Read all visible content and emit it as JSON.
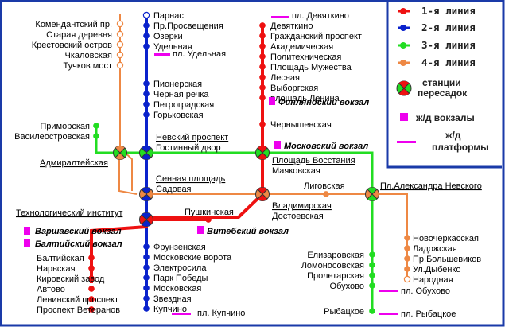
{
  "colors": {
    "line1": "#ee1111",
    "line2": "#0a22cc",
    "line3": "#22dd22",
    "line4": "#ee8844",
    "rail": "#ee00ee",
    "frame": "#1a3aa8"
  },
  "legend": {
    "line1": "1-я линия",
    "line2": "2-я линия",
    "line3": "3-я линия",
    "line4": "4-я линия",
    "transfer": [
      "станции",
      "пересадок"
    ],
    "stations_rail": "ж/д вокзалы",
    "platforms": [
      "ж/д",
      "платформы"
    ]
  },
  "lines": {
    "line1": [
      "Девяткино",
      "Гражданский проспект",
      "Академическая",
      "Политехническая",
      "Площадь Мужества",
      "Лесная",
      "Выборгская",
      "площадь Ленина",
      "Чернышевская",
      "Площадь Восстания",
      "Владимирская",
      "Пушкинская",
      "Технологический институт",
      "Балтийская",
      "Нарвская",
      "Кировский завод",
      "Автово",
      "Ленинский проспект",
      "Проспект Ветеранов"
    ],
    "line2": [
      "Парнас",
      "Пр.Просвещения",
      "Озерки",
      "Удельная",
      "Пионерская",
      "Черная речка",
      "Петроградская",
      "Горьковская",
      "Невский проспект",
      "Сенная площадь",
      "Технологический институт",
      "Фрунзенская",
      "Московские ворота",
      "Электросила",
      "Парк Победы",
      "Московская",
      "Звездная",
      "Купчино"
    ],
    "line3": [
      "Приморская",
      "Василеостровская",
      "Гостинный двор",
      "Маяковская",
      "Пл.Александра Невского",
      "Елизаровская",
      "Ломоносовская",
      "Пролетарская",
      "Обуково",
      "Рыбацкое"
    ],
    "line4": [
      "Комендантский пр.",
      "Старая деревня",
      "Крестовский остров",
      "Чкаловская",
      "Тучков мост",
      "Адмиралтейская",
      "Садовая",
      "Достоевская",
      "Лиговская",
      "Пл.Александра Невского",
      "Новочеркасская",
      "Ладожская",
      "Пр.Большевиков",
      "Ул.Дыбенко",
      "Народная"
    ]
  },
  "labels": {
    "komendantsky": "Комендантский пр.",
    "staraya": "Старая деревня",
    "krestovsky": "Крестовский остров",
    "chkalovskaya": "Чкаловская",
    "tuchkov": "Тучков мост",
    "parnas": "Парнас",
    "prosvesheniya": "Пр.Просвещения",
    "ozerki": "Озерки",
    "udelnaya": "Удельная",
    "pionerskaya": "Пионерская",
    "chernaya": "Черная речка",
    "petrogradskaya": "Петроградская",
    "gorkovskaya": "Горьковская",
    "devyatkino": "Девяткино",
    "grazhdansky": "Гражданский проспект",
    "akademicheskaya": "Академическая",
    "politekh": "Политехническая",
    "muzhestva": "Площадь Мужества",
    "lesnaya": "Лесная",
    "vyborgskaya": "Выборгская",
    "lenina": "площадь Ленина",
    "chernyshevskaya": "Чернышевская",
    "primorskaya": "Приморская",
    "vasileostrovskaya": "Василеостровская",
    "admiralteyskaya": "Адмиралтейская",
    "nevsky": "Невский проспект",
    "gostiny": "Гостинный двор",
    "vosstaniya": "Площадь Восстания",
    "mayakovskaya": "Маяковская",
    "sennaya": "Сенная площадь",
    "sadovaya": "Садовая",
    "ligovskaya": "Лиговская",
    "nevskogo": "Пл.Александра Невского",
    "vladimirskaya": "Владимирская",
    "dostoevskaya": "Достоевская",
    "tekhnolog": "Технологический институт",
    "pushkinskaya": "Пушкинская",
    "baltiyskaya": "Балтийская",
    "narvskaya": "Нарвская",
    "kirovsky": "Кировский завод",
    "avtovo": "Автово",
    "leninsky": "Ленинский проспект",
    "veteranov": "Проспект Ветеранов",
    "frunzenskaya": "Фрунзенская",
    "moskovskie": "Московские ворота",
    "elektrosila": "Электросила",
    "park_pobedy": "Парк Победы",
    "moskovskaya": "Московская",
    "zvezdnaya": "Звездная",
    "kupchino": "Купчино",
    "novocherkasskaya": "Новочеркасская",
    "ladozhskaya": "Ладожская",
    "bolshevikov": "Пр.Большевиков",
    "dybenko": "Ул.Дыбенко",
    "narodnaya": "Народная",
    "elizarovskaya": "Елизаровская",
    "lomonosovskaya": "Ломоносовская",
    "proletarskaya": "Пролетарская",
    "obukhovo": "Обухово",
    "rybatskoe": "Рыбацкое"
  },
  "rail": {
    "pl_devyatkino": "пл. Девяткино",
    "pl_udelnaya": "пл. Удельная",
    "finlyandsky": "Финляндский вокзал",
    "moskovsky": "Московский вокзал",
    "vitebsky": "Витебский вокзал",
    "varshavsky": "Варшавский вокзал",
    "baltiysky": "Балтийский вокзал",
    "pl_kupchino": "пл. Купчино",
    "pl_obukhovo": "пл. Обухово",
    "pl_rybatskoe": "пл. Рыбацкое"
  }
}
